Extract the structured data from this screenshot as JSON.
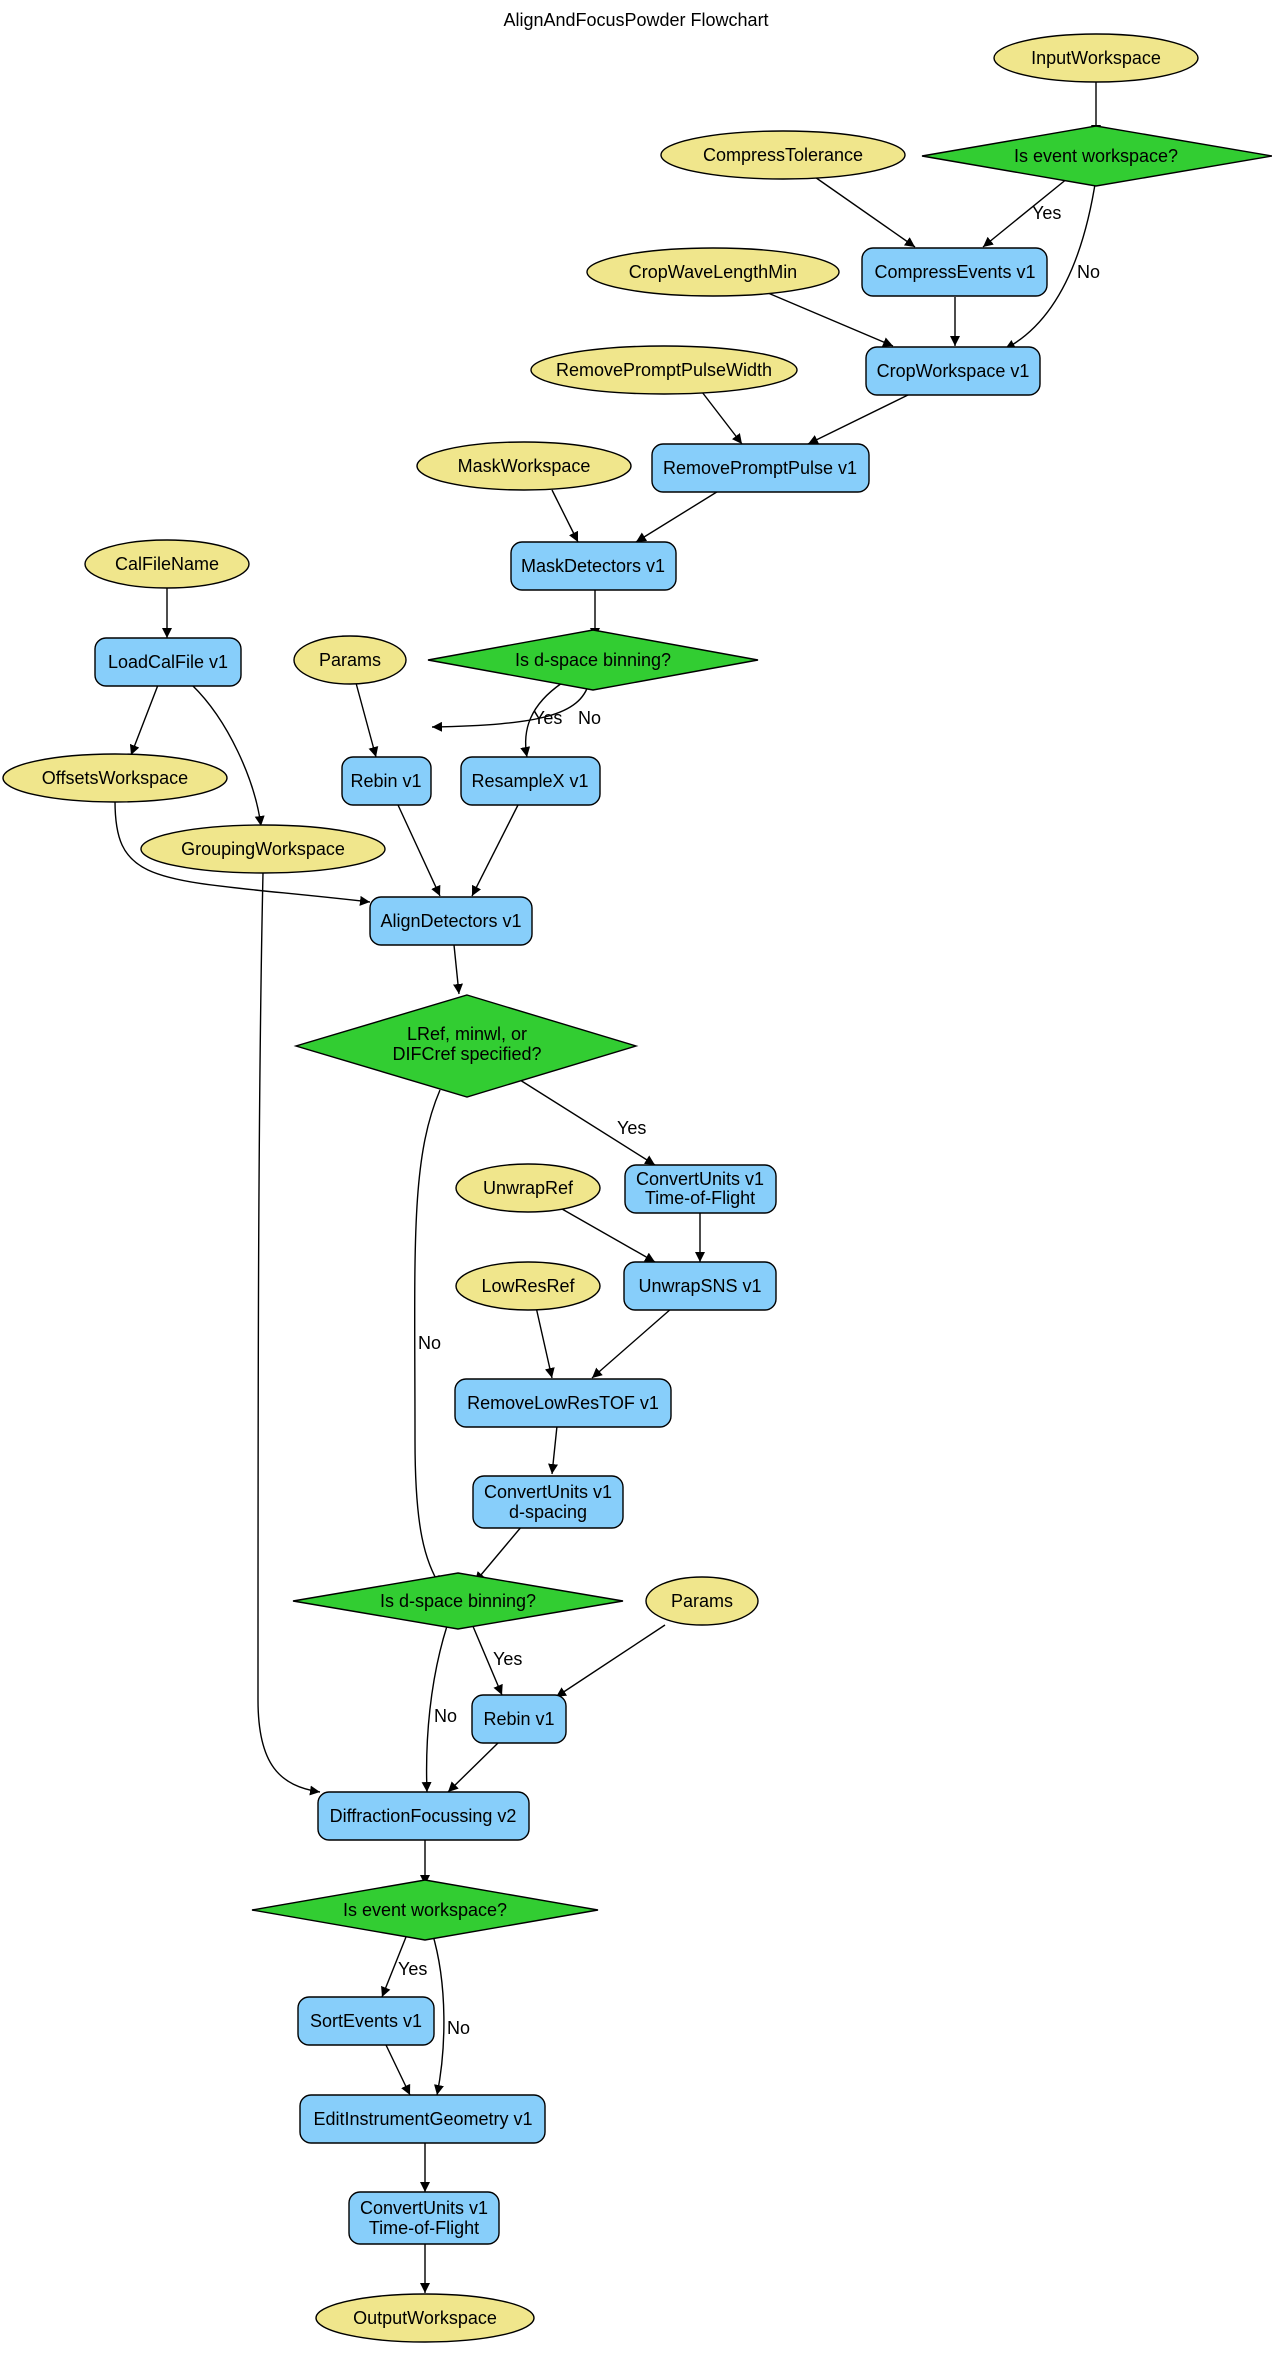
{
  "title": "AlignAndFocusPowder Flowchart",
  "colors": {
    "property": "#f0e68c",
    "algorithm": "#87cefa",
    "decision": "#32cd32",
    "line": "#000000"
  },
  "properties": {
    "input_workspace": "InputWorkspace",
    "compress_tolerance": "CompressTolerance",
    "crop_wavelength_min": "CropWaveLengthMin",
    "remove_prompt_pulse_width": "RemovePromptPulseWidth",
    "mask_workspace": "MaskWorkspace",
    "cal_file_name": "CalFileName",
    "params_1": "Params",
    "offsets_workspace": "OffsetsWorkspace",
    "grouping_workspace": "GroupingWorkspace",
    "unwrap_ref": "UnwrapRef",
    "low_res_ref": "LowResRef",
    "params_2": "Params",
    "output_workspace": "OutputWorkspace"
  },
  "algorithms": {
    "compress_events": "CompressEvents v1",
    "crop_workspace": "CropWorkspace v1",
    "remove_prompt_pulse": "RemovePromptPulse v1",
    "mask_detectors": "MaskDetectors v1",
    "load_cal_file": "LoadCalFile v1",
    "rebin_1": "Rebin v1",
    "resample_x": "ResampleX v1",
    "align_detectors": "AlignDetectors v1",
    "convert_units_tof_1": [
      "ConvertUnits v1",
      "Time-of-Flight"
    ],
    "unwrap_sns": "UnwrapSNS v1",
    "remove_low_res_tof": "RemoveLowResTOF v1",
    "convert_units_dspacing": [
      "ConvertUnits v1",
      "d-spacing"
    ],
    "rebin_2": "Rebin v1",
    "diffraction_focussing": "DiffractionFocussing v2",
    "sort_events": "SortEvents v1",
    "edit_instrument_geometry": "EditInstrumentGeometry v1",
    "convert_units_tof_2": [
      "ConvertUnits v1",
      "Time-of-Flight"
    ]
  },
  "decisions": {
    "is_event_1": "Is event workspace?",
    "is_dspace_1": "Is d-space binning?",
    "lref_specified": [
      "LRef, minwl, or",
      "DIFCref specified?"
    ],
    "is_dspace_2": "Is d-space binning?",
    "is_event_2": "Is event workspace?"
  },
  "edge_labels": {
    "yes": "Yes",
    "no": "No"
  }
}
